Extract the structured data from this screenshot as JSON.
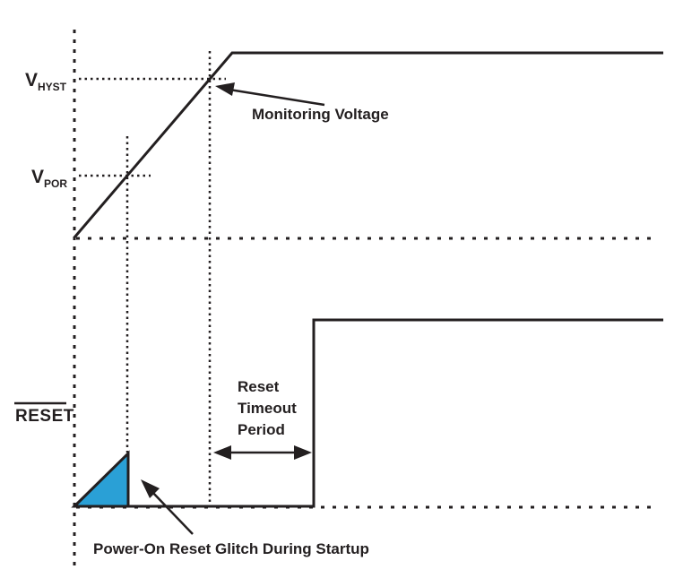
{
  "diagram": {
    "labels": {
      "v_hyst": {
        "symbol": "V",
        "subscript": "HYST"
      },
      "v_por": {
        "symbol": "V",
        "subscript": "POR"
      },
      "reset_signal": "RESET",
      "monitoring_voltage": "Monitoring Voltage",
      "reset_timeout": {
        "line1": "Reset",
        "line2": "Timeout",
        "line3": "Period"
      },
      "glitch": "Power-On Reset Glitch During Startup"
    },
    "colors": {
      "line": "#231F20",
      "glitch_fill": "#2AA0D6",
      "background": "#FFFFFF"
    }
  }
}
